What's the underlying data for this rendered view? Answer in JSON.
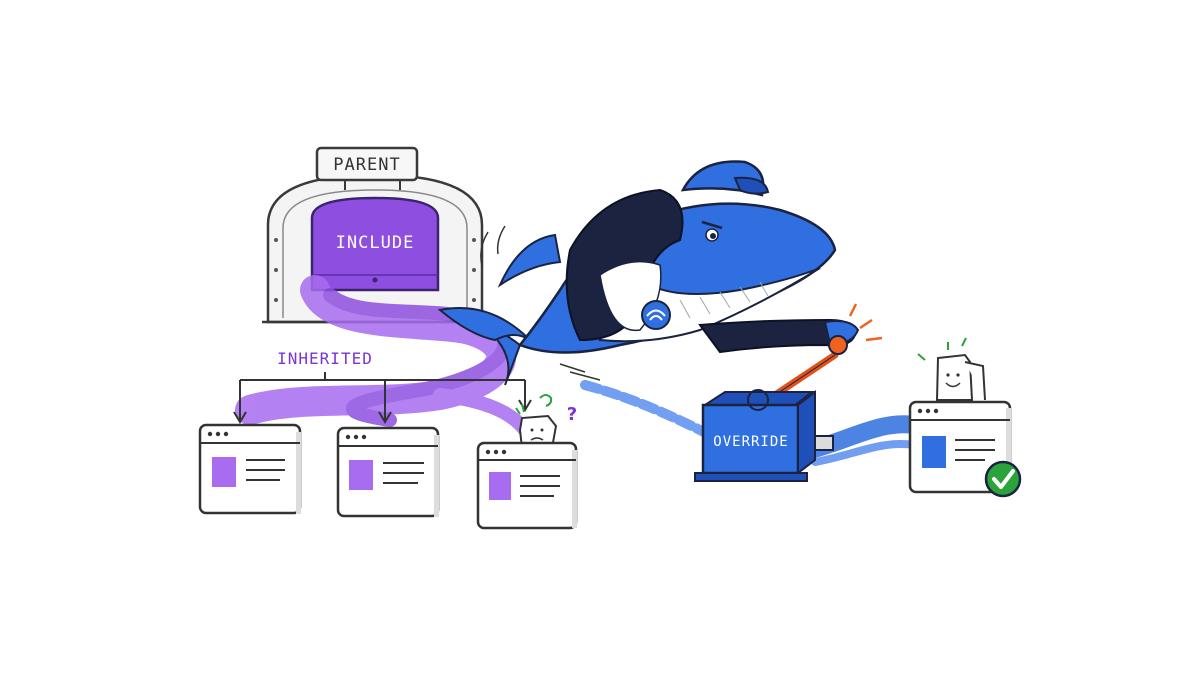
{
  "labels": {
    "parent": "PARENT",
    "include": "INCLUDE",
    "inherited": "INHERITED",
    "override": "OVERRIDE",
    "question_mark": "?"
  },
  "colors": {
    "purple": "#8e4fe0",
    "purple_dark": "#6a2fc9",
    "blue": "#2f6fe0",
    "blue_dark": "#1f4fb8",
    "navy": "#1b2340",
    "orange": "#f0621f",
    "green": "#2aa43a"
  },
  "icons": [
    "parent-gate-icon",
    "whale-mascot-icon",
    "override-lever-machine-icon",
    "check-badge-icon",
    "browser-window-icon"
  ]
}
